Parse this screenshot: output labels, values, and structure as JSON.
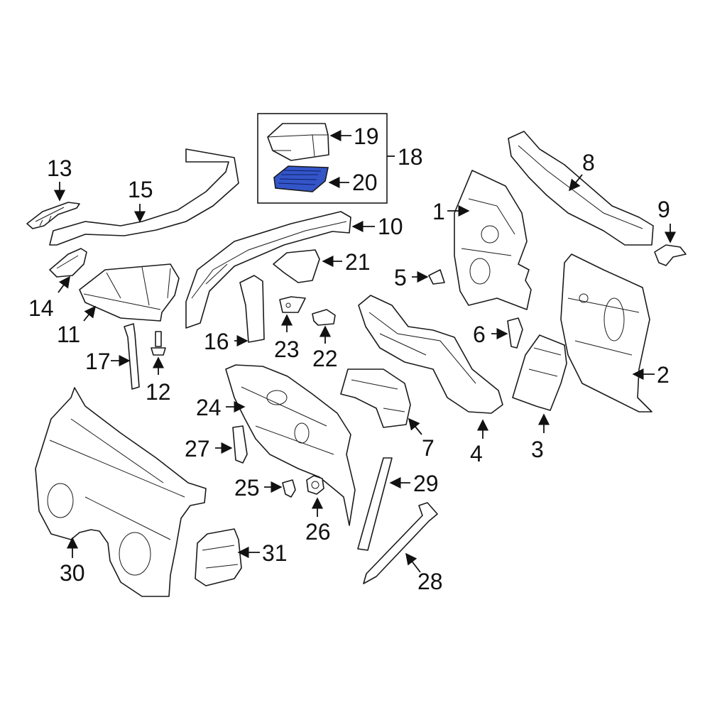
{
  "diagram": {
    "highlight_color": "#3355c8",
    "callouts": {
      "c1": "1",
      "c2": "2",
      "c3": "3",
      "c4": "4",
      "c5": "5",
      "c6": "6",
      "c7": "7",
      "c8": "8",
      "c9": "9",
      "c10": "10",
      "c11": "11",
      "c12": "12",
      "c13": "13",
      "c14": "14",
      "c15": "15",
      "c16": "16",
      "c17": "17",
      "c18": "18",
      "c19": "19",
      "c20": "20",
      "c21": "21",
      "c22": "22",
      "c23": "23",
      "c24": "24",
      "c25": "25",
      "c26": "26",
      "c27": "27",
      "c28": "28",
      "c29": "29",
      "c30": "30",
      "c31": "31"
    }
  }
}
